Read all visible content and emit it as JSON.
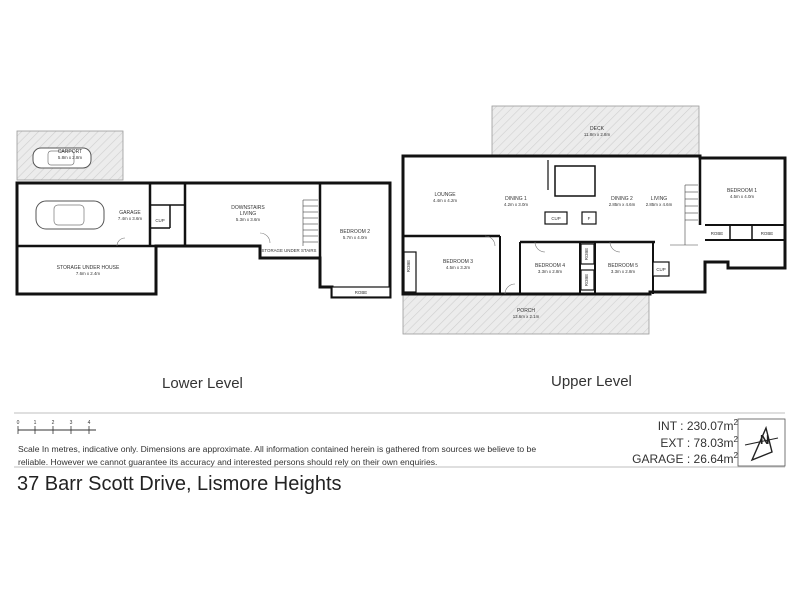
{
  "lower": {
    "title": "Lower Level",
    "carport": {
      "name": "CARPORT",
      "dims": "5.8m x 2.8m"
    },
    "garage": {
      "name": "GARAGE",
      "dims": "7.4m x 3.6m"
    },
    "cup": "CUP",
    "downstairs": {
      "name": "DOWNSTAIRS",
      "sub": "LIVING",
      "dims": "5.3m x 3.6m"
    },
    "storage_under_stairs": "STORAGE UNDER STAIRS",
    "bedroom2": {
      "name": "BEDROOM 2",
      "dims": "5.7m x 4.0m"
    },
    "robe": "ROBE",
    "storage_under_house": {
      "name": "STORAGE UNDER HOUSE",
      "dims": "7.6m x 2.4m"
    }
  },
  "upper": {
    "title": "Upper Level",
    "deck": {
      "name": "DECK",
      "dims": "11.8m x 2.8m"
    },
    "lounge": {
      "name": "LOUNGE",
      "dims": "4.4m x 4.2m"
    },
    "dining1": {
      "name": "DINING 1",
      "dims": "4.2m x 3.0m"
    },
    "dining2": {
      "name": "DINING 2",
      "dims": "2.85m x 4.6m"
    },
    "living": {
      "name": "LIVING",
      "dims": "2.85m x 4.6m"
    },
    "bedroom1": {
      "name": "BEDROOM 1",
      "dims": "4.5m x 4.0m"
    },
    "bedroom3": {
      "name": "BEDROOM 3",
      "dims": "4.5m x 3.2m"
    },
    "bedroom4": {
      "name": "BEDROOM 4",
      "dims": "3.3m x 2.8m"
    },
    "bedroom5": {
      "name": "BEDROOM 5",
      "dims": "3.3m x 2.8m"
    },
    "porch": {
      "name": "PORCH",
      "dims": "13.6m x 2.1m"
    },
    "robe": "ROBE",
    "cup": "CUP",
    "f": "F"
  },
  "scale": {
    "ticks": [
      "0",
      "1",
      "2",
      "3",
      "4"
    ]
  },
  "disclaimer": "Scale In metres, indicative only. Dimensions are approximate. All information contained herein is gathered from sources we believe to be reliable. However we cannot guarantee its accuracy and interested persons should rely on their own enquiries.",
  "stats": {
    "int": "INT : 230.07m",
    "ext": "EXT : 78.03m",
    "garage": "GARAGE : 26.64m",
    "unit_sup": "2"
  },
  "address": "37 Barr Scott Drive, Lismore Heights",
  "compass": "N"
}
